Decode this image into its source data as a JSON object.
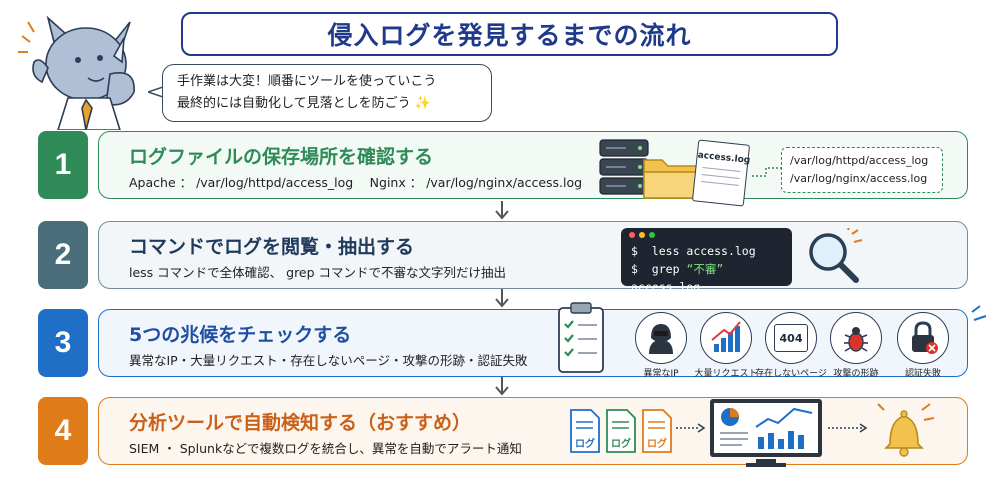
{
  "title": "侵入ログを発見するまでの流れ",
  "bubble": {
    "line1": "手作業は大変！順番にツールを使っていこう",
    "line2": "最終的には自動化して見落としを防ごう ✨"
  },
  "colors": {
    "step1": "#2e8b57",
    "step2": "#4a6d7c",
    "step3": "#1f6fc7",
    "step4": "#e07b1a",
    "title": "#1f3a8a"
  },
  "steps": [
    {
      "number": "1",
      "title": "ログファイルの保存場所を確認する",
      "desc": "Apache ： /var/log/httpd/access_log　 Nginx ： /var/log/nginx/access.log"
    },
    {
      "number": "2",
      "title": "コマンドでログを閲覧・抽出する",
      "desc": "less コマンドで全体確認、 grep コマンドで不審な文字列だけ抽出"
    },
    {
      "number": "3",
      "title": "5つの兆候をチェックする",
      "desc": "異常なIP・大量リクエスト・存在しないページ・攻撃の形跡・認証失敗"
    },
    {
      "number": "4",
      "title": "分析ツールで自動検知する（おすすめ）",
      "desc": "SIEM ・ Splunkなどで複数ログを統合し、異常を自動でアラート通知"
    }
  ],
  "step1_visual": {
    "file_label": "access.log",
    "paths": [
      "/var/log/httpd/access_log",
      "/var/log/nginx/access.log"
    ]
  },
  "step2_visual": {
    "line1_prompt": "$",
    "line1_cmd": "less access.log",
    "line2_prompt": "$",
    "line2_cmd": "grep",
    "line2_arg": "“不審”",
    "line2_file": "access.log"
  },
  "step3_visual": {
    "icons": [
      {
        "name": "hacker-icon",
        "label": "異常なIP"
      },
      {
        "name": "bar-chart-icon",
        "label": "大量リクエスト"
      },
      {
        "name": "page-404-icon",
        "label": "存在しないページ",
        "text": "404"
      },
      {
        "name": "bug-icon",
        "label": "攻撃の形跡"
      },
      {
        "name": "lock-icon",
        "label": "認証失敗"
      }
    ]
  },
  "step4_visual": {
    "logs": [
      "ログ",
      "ログ",
      "ログ"
    ]
  }
}
